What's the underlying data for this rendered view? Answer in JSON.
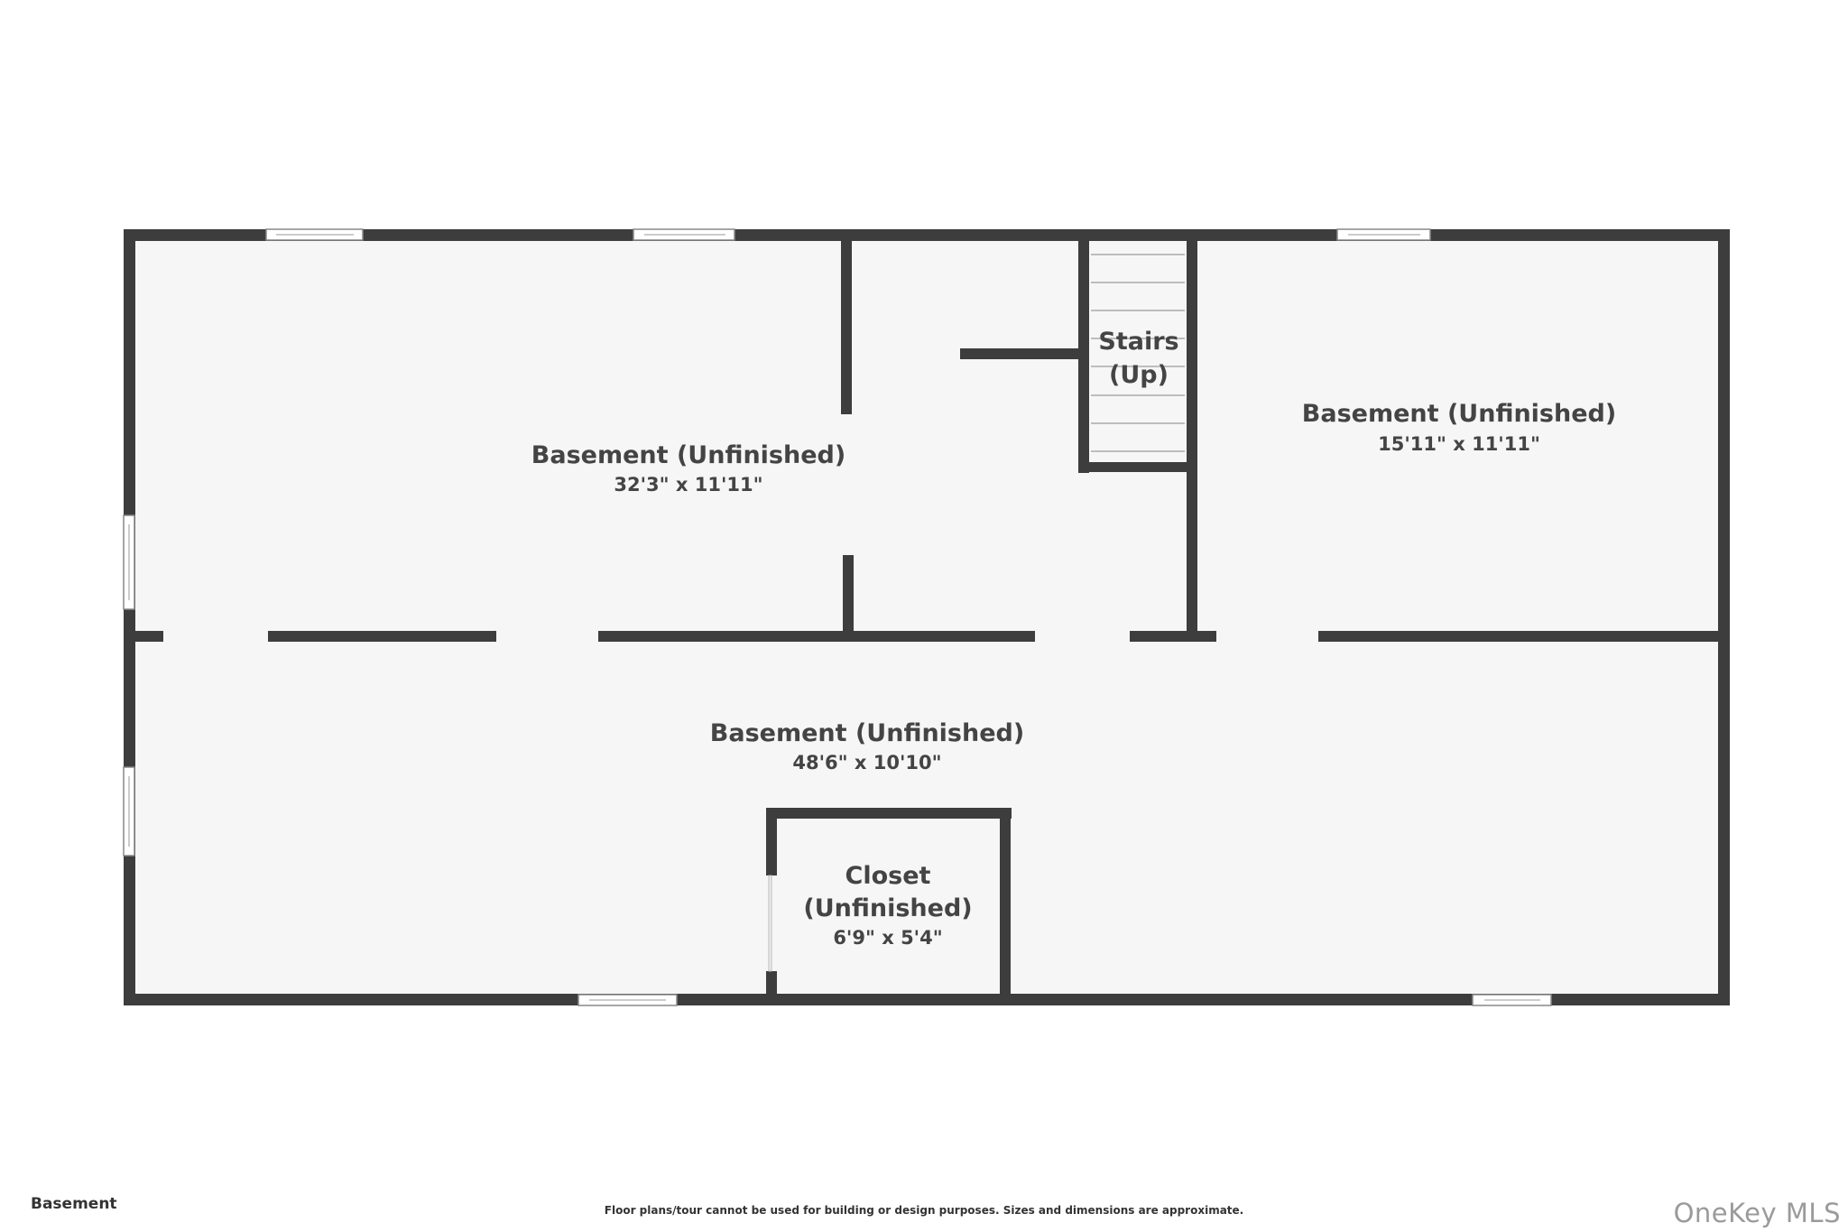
{
  "rooms": [
    {
      "name": "Basement (Unfinished)",
      "dimensions": "32'3\" x 11'11\""
    },
    {
      "name": "Stairs",
      "name_line2": "(Up)"
    },
    {
      "name": "Basement (Unfinished)",
      "dimensions": "15'11\" x 11'11\""
    },
    {
      "name": "Basement (Unfinished)",
      "dimensions": "48'6\" x 10'10\""
    },
    {
      "name": "Closet",
      "name_line2": "(Unfinished)",
      "dimensions": "6'9\" x 5'4\""
    }
  ],
  "footer": {
    "floor_label": "Basement",
    "disclaimer": "Floor plans/tour cannot be used for building or design purposes. Sizes and dimensions are approximate.",
    "watermark": "OneKey MLS"
  },
  "colors": {
    "wall": "#3d3d3d",
    "floor": "#f6f6f6",
    "text": "#444444",
    "background": "#ffffff"
  }
}
